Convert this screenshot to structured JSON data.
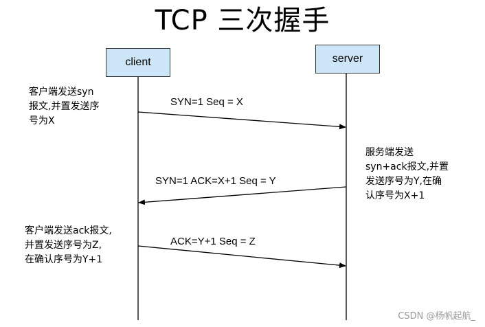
{
  "title": "TCP 三次握手",
  "client": {
    "label": "client"
  },
  "server": {
    "label": "server"
  },
  "messages": [
    {
      "label": "SYN=1  Seq = X"
    },
    {
      "label": "SYN=1  ACK=X+1 Seq = Y"
    },
    {
      "label": "ACK=Y+1 Seq = Z"
    }
  ],
  "notes": {
    "client_syn": [
      "客户端发送syn",
      "报文,并置发送序",
      "号为X"
    ],
    "server_synack": [
      "服务端发送",
      "syn+ack报文,并置",
      "发送序号为Y,在确",
      "认序号为X+1"
    ],
    "client_ack": [
      "客户端发送ack报文,",
      "并置发送序号为Z,",
      "在确认序号为Y+1"
    ]
  },
  "watermark": "CSDN @杨帆起航_"
}
